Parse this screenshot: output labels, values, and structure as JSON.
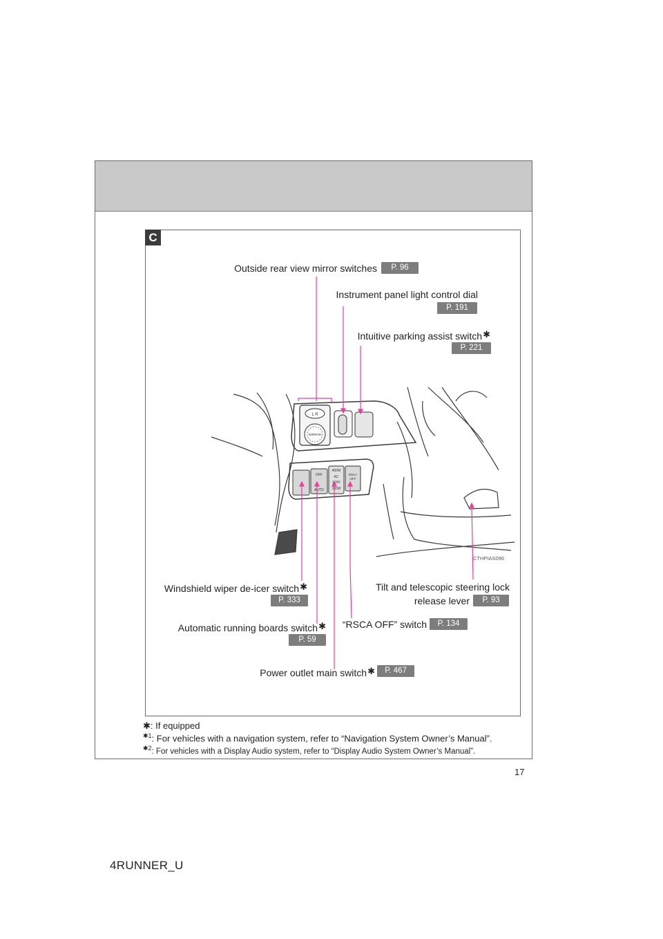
{
  "section": {
    "letter": "C"
  },
  "callouts": {
    "mirror": {
      "label": "Outside rear view mirror switches",
      "page": "P. 96"
    },
    "panel_dial": {
      "label": "Instrument panel light control dial",
      "page": "P. 191"
    },
    "parking": {
      "label": "Intuitive parking assist switch",
      "page": "P. 221"
    },
    "wiper": {
      "label": "Windshield wiper de-icer switch",
      "page": "P. 333"
    },
    "tilt": {
      "label_line1": "Tilt and telescopic steering lock",
      "label_line2": "release lever",
      "page": "P. 93"
    },
    "running_boards": {
      "label": "Automatic running boards switch",
      "page": "P. 59"
    },
    "rsca": {
      "label": "“RSCA OFF” switch",
      "page": "P. 134"
    },
    "power_outlet": {
      "label": "Power outlet main switch",
      "page": "P. 467"
    }
  },
  "asterisk": "✱",
  "illustration": {
    "code": "CTHPIAS096",
    "mirror_panel": {
      "lr": "L   R",
      "mirror": "MIRROR"
    },
    "switch_labels": {
      "off": "OFF",
      "auto": "AUTO",
      "outlet": [
        "400W",
        "AC",
        "120V",
        "100W"
      ],
      "rsca": [
        "RSCA",
        "OFF"
      ]
    }
  },
  "footnotes": {
    "equipped_marker": "✱",
    "equipped": ": If equipped",
    "n1_marker": "✱1",
    "n1": ": For vehicles with a navigation system, refer to “Navigation System Owner’s Manual”.",
    "n2_marker": "✱2",
    "n2": ": For vehicles with a Display Audio system, refer to “Display Audio System Owner’s Manual”."
  },
  "page_number": "17",
  "doc_code": "4RUNNER_U",
  "colors": {
    "callout_line": "#e83e9c",
    "ref_badge": "#7d7d7d",
    "header_band": "#c9c9c9"
  }
}
